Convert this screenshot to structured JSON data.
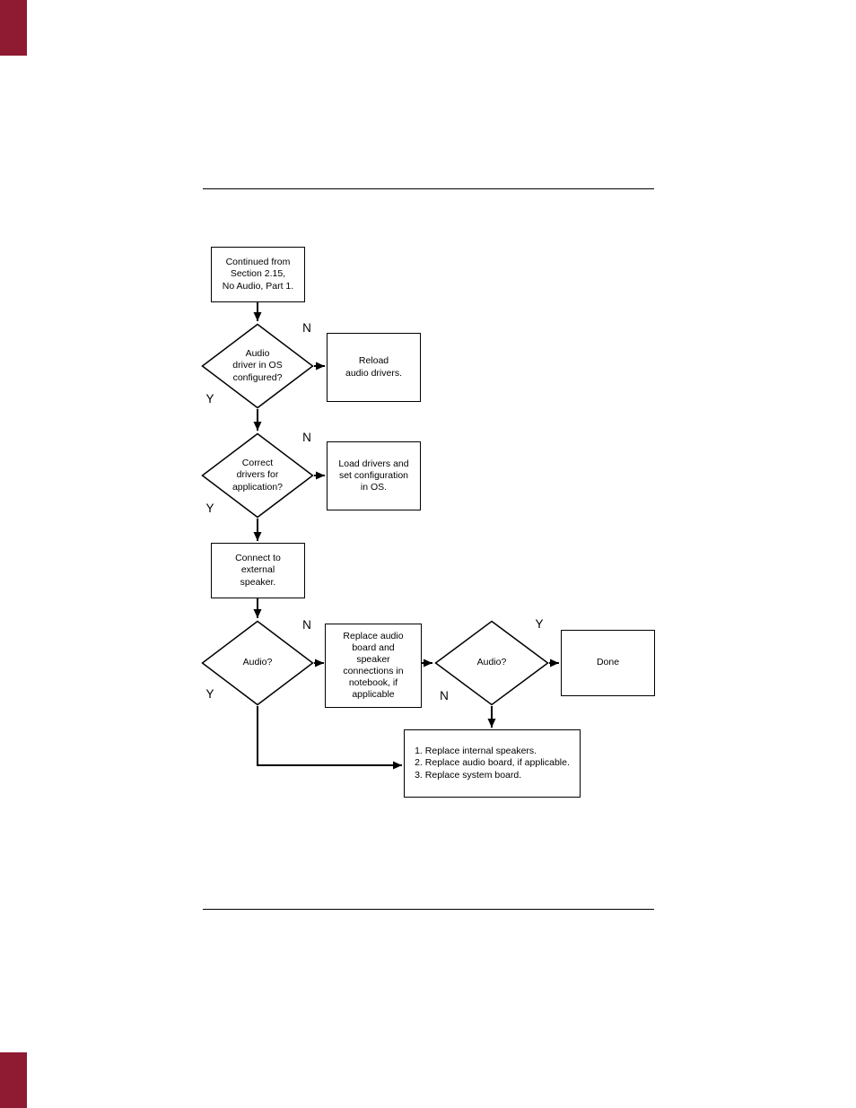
{
  "page": {
    "accent_color": "#8e1b32",
    "accent_style": "background:#8e1b32"
  },
  "labels": {
    "yes": "Y",
    "no": "N"
  },
  "flowchart": {
    "start": "Continued from\nSection 2.15,\nNo Audio, Part 1.",
    "decision_driver": "Audio\ndriver in OS\nconfigured?",
    "reload": "Reload\naudio drivers.",
    "decision_app_drivers": "Correct\ndrivers for\napplication?",
    "load_config": "Load drivers and\nset configuration\nin OS.",
    "connect_speaker": "Connect to\nexternal\nspeaker.",
    "decision_audio_1": "Audio?",
    "replace_audio_board": "Replace audio\nboard and\nspeaker\nconnections in\nnotebook, if\napplicable",
    "decision_audio_2": "Audio?",
    "done": "Done",
    "final_steps": "1. Replace internal speakers.\n2. Replace audio board, if applicable.\n3. Replace system board."
  }
}
